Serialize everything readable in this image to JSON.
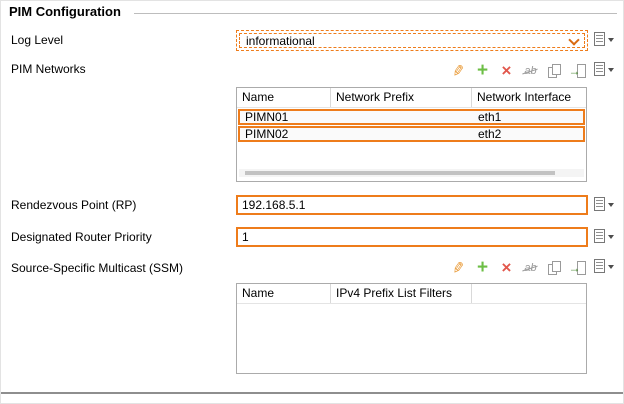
{
  "title": "PIM Configuration",
  "colors": {
    "accent": "#EE7C1B",
    "add_green": "#6CBE45",
    "delete_red": "#E2574C",
    "edit_orange": "#E8952D"
  },
  "log_level": {
    "label": "Log Level",
    "value": "informational"
  },
  "pim_networks": {
    "label": "PIM Networks",
    "columns": {
      "name": "Name",
      "prefix": "Network Prefix",
      "interface": "Network Interface"
    },
    "rows": [
      {
        "name": "PIMN01",
        "prefix": "",
        "interface": "eth1"
      },
      {
        "name": "PIMN02",
        "prefix": "",
        "interface": "eth2"
      }
    ]
  },
  "rendezvous_point": {
    "label": "Rendezvous Point (RP)",
    "value": "192.168.5.1"
  },
  "dr_priority": {
    "label": "Designated Router Priority",
    "value": "1"
  },
  "ssm": {
    "label": "Source-Specific Multicast (SSM)",
    "columns": {
      "name": "Name",
      "filters": "IPv4 Prefix List Filters"
    }
  },
  "toolbar": {
    "rename_label": "ab"
  }
}
